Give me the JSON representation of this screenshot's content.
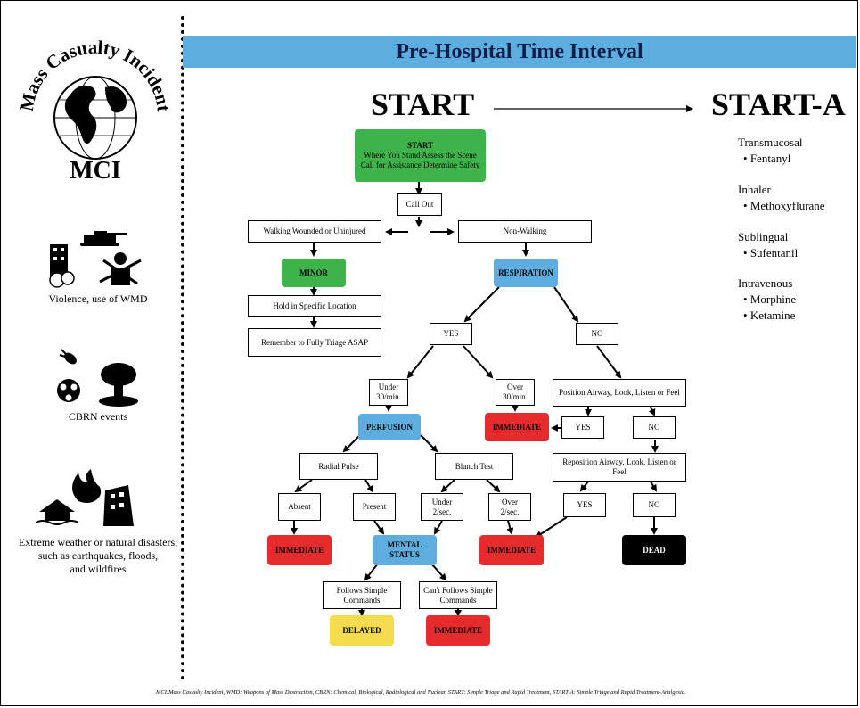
{
  "logo": {
    "arc_text": "Mass Casualty Incident",
    "bottom_text": "MCI"
  },
  "categories": [
    {
      "label": "Violence, use of WMD"
    },
    {
      "label": "CBRN events"
    },
    {
      "label": "Extreme weather or natural disasters,\nsuch as earthquakes, floods,\nand wildfires"
    }
  ],
  "banner": "Pre-Hospital Time Interval",
  "titles": {
    "left": "START",
    "right": "START-A"
  },
  "flow": {
    "start_title": "START",
    "start_body": "Where You Stand Assess the Scene Call for Assistance Determine Safety",
    "call_out": "Call Out",
    "walking": "Walking Wounded or Uninjured",
    "non_walking": "Non-Walking",
    "minor": "MINOR",
    "hold": "Hold in Specific Location",
    "remember": "Remember to Fully Triage ASAP",
    "respiration": "RESPIRATION",
    "yes": "YES",
    "no": "NO",
    "under30": "Under 30/min.",
    "over30": "Over 30/min.",
    "position": "Position Airway, Look, Listen or Feel",
    "immediate": "IMMEDIATE",
    "perfusion": "PERFUSION",
    "yes2": "YES",
    "no2": "NO",
    "radial": "Radial Pulse",
    "blanch": "Blanch Test",
    "reposition": "Reposition Airway, Look, Listen or Feel",
    "absent": "Absent",
    "present": "Present",
    "under2": "Under 2/sec.",
    "over2": "Over 2/sec.",
    "yes3": "YES",
    "no3": "NO",
    "mental": "MENTAL STATUS",
    "dead": "DEAD",
    "follows": "Follows Simple Commands",
    "cant_follow": "Can't Follows Simple Commands",
    "delayed": "DELAYED"
  },
  "start_a": [
    {
      "route": "Transmucosal",
      "drugs": [
        "Fentanyl"
      ]
    },
    {
      "route": "Inhaler",
      "drugs": [
        "Methoxyflurane"
      ]
    },
    {
      "route": "Sublingual",
      "drugs": [
        "Sufentanil"
      ]
    },
    {
      "route": "Intravenous",
      "drugs": [
        "Morphine",
        "Ketamine"
      ]
    }
  ],
  "footer": "MCI:Mass Casualty Incident, WMD: Weapons of Mass Destruction, CBRN: Chemical, Biological, Radiological and Nuclear, START: Simple Triage and Rapid Treatment, START-A: Simple Triage and Rapid Treatment-Analgesia.",
  "colors": {
    "green": "#3db34a",
    "blue": "#5daedf",
    "red": "#e52b2b",
    "yellow": "#f5dc4f",
    "black": "#000000",
    "banner_text": "#0e1e4a"
  }
}
